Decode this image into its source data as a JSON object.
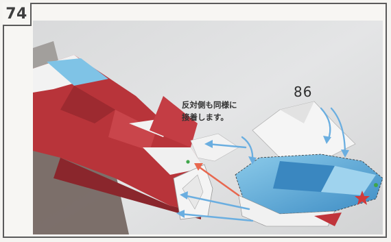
{
  "step": {
    "number": "74"
  },
  "annotation": {
    "line1": "反対側も同様に",
    "line2": "接着します。"
  },
  "part_label": "86",
  "colors": {
    "red_body": "#b8343a",
    "blue_part": "#5aa9d6",
    "arrow_blue": "#6aaee0",
    "arrow_red": "#e8674e",
    "frame": "#5a5a5a"
  },
  "icons": [
    "red-star-icon",
    "green-dot-icon"
  ]
}
